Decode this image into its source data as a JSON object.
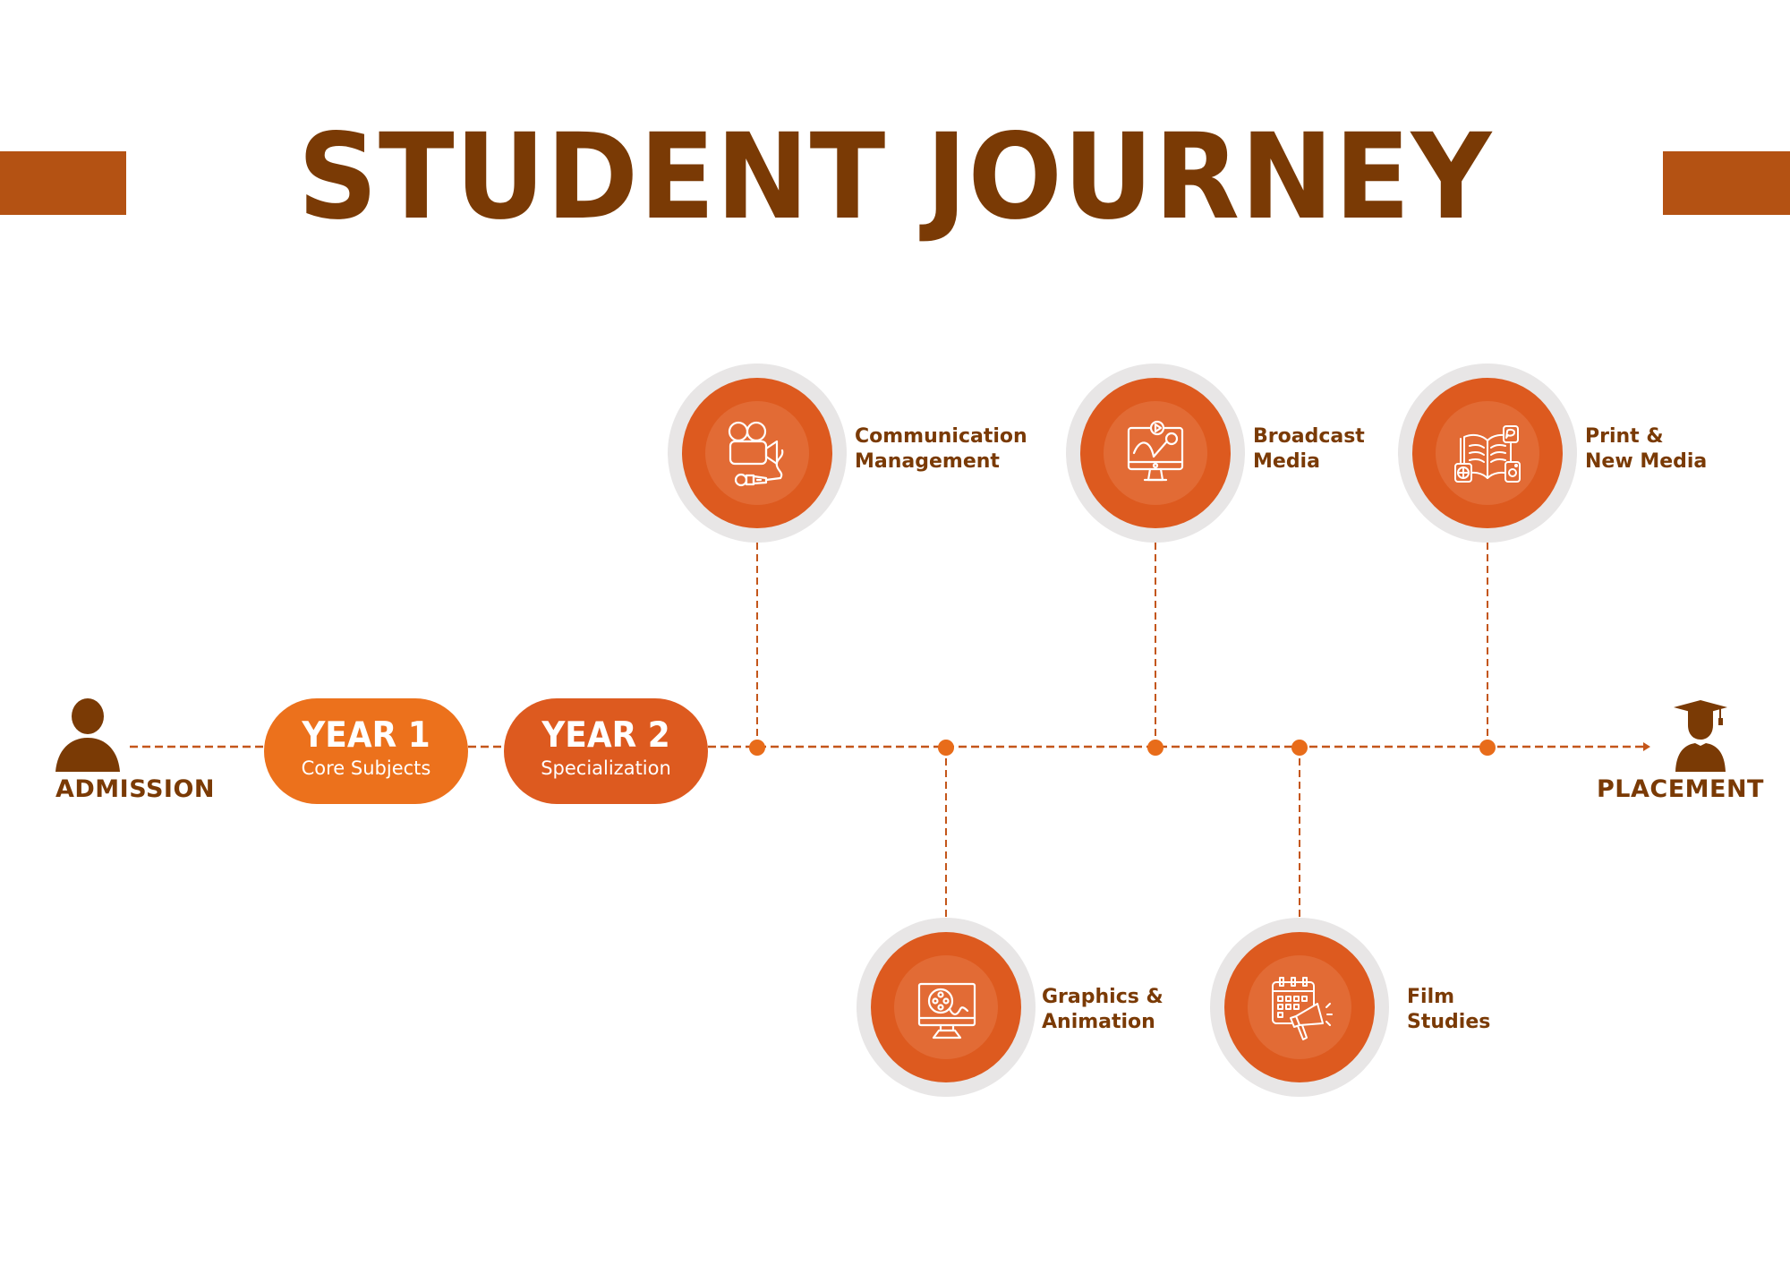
{
  "title": "STUDENT JOURNEY",
  "colors": {
    "brown": "#7a3a05",
    "title_bar": "#b45213",
    "year1": "#ec711c",
    "year2": "#dd5a1f",
    "node_disc": "#dd5a1f",
    "node_inner": "#e26b35",
    "node_ring": "#e8e6e6",
    "timeline": "#c4561a",
    "dot": "#e86c1a"
  },
  "start": {
    "label": "ADMISSION",
    "icon": "person-icon"
  },
  "end": {
    "label": "PLACEMENT",
    "icon": "graduate-icon"
  },
  "years": [
    {
      "title": "YEAR 1",
      "subtitle": "Core Subjects"
    },
    {
      "title": "YEAR 2",
      "subtitle": "Specialization"
    }
  ],
  "specializations": [
    {
      "line1": "Communication",
      "line2": "Management",
      "position": "top",
      "icon": "video-camera-microphone-icon"
    },
    {
      "line1": "Graphics &",
      "line2": "Animation",
      "position": "bottom",
      "icon": "monitor-film-reel-icon"
    },
    {
      "line1": "Broadcast",
      "line2": "Media",
      "position": "top",
      "icon": "monitor-broadcast-icon"
    },
    {
      "line1": "Film",
      "line2": "Studies",
      "position": "bottom",
      "icon": "calendar-megaphone-icon"
    },
    {
      "line1": "Print &",
      "line2": "New Media",
      "position": "top",
      "icon": "book-social-media-icon"
    }
  ]
}
